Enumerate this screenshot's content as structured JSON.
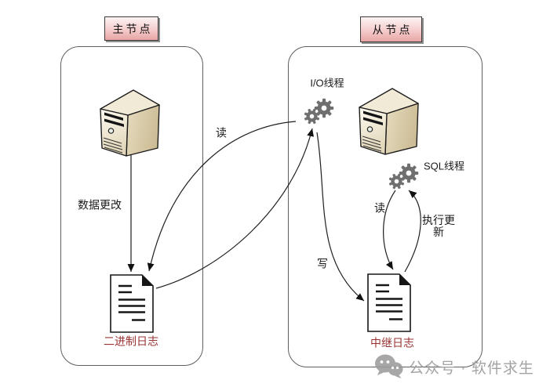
{
  "masterPanel": {
    "title": "主节点",
    "dataChangeLabel": "数据更改",
    "binlogLabel": "二进制日志",
    "serverIcon": "server-tower-icon",
    "binlogIcon": "document-icon"
  },
  "slavePanel": {
    "title": "从节点",
    "ioThreadLabel": "I/O线程",
    "sqlThreadLabel": "SQL线程",
    "writeLabel": "写",
    "readLabel": "读",
    "execUpdateLabel": "执行更新",
    "relayLogLabel": "中继日志",
    "serverIcon": "server-tower-icon",
    "ioGearsIcon": "gears-icon",
    "sqlGearsIcon": "gears-icon",
    "relayIcon": "document-icon"
  },
  "flow": {
    "readLabel": "读"
  },
  "watermark": {
    "icon": "wechat-icon",
    "text": "公众号 · 软件求生"
  },
  "colors": {
    "badgeTop": "#fdf4f4",
    "badgeBottom": "#e8a4a4",
    "badgeBorder": "#3a3a3a",
    "panelBorder": "#5f5f5f",
    "logLabelColor": "#993333",
    "arrowColor": "#1f1f1f",
    "gearColor": "#6f6f6f",
    "serverFront": "#f7f1e1",
    "serverSide": "#d5c7a2",
    "watermarkGray": "#a3a3a3"
  }
}
